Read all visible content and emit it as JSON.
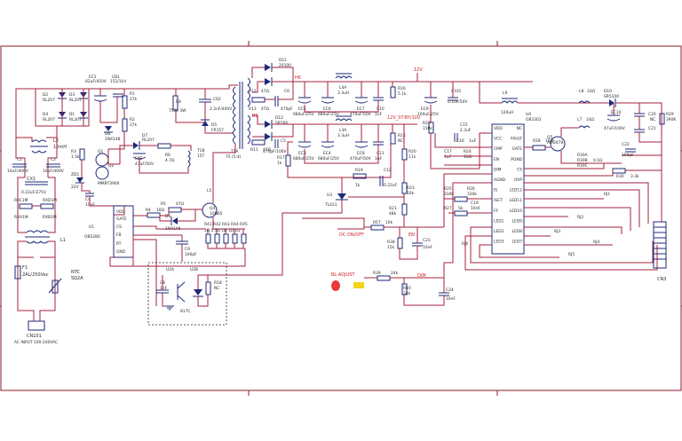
{
  "labels": {
    "ac_input": "AC INPUT 100-240VAC",
    "conn_cn1": "CN101",
    "conn_cn3": "CN3",
    "fuse": "F1",
    "fuse_val": "2AL/250Vac",
    "ntc": "NTC",
    "ntc_val": "5Ω2A",
    "cx1": "CX1",
    "cx1_val": "0.22uF/275V",
    "rx1": "RXC1M",
    "rx2": "RXD1M",
    "rx3": "RXA1M",
    "rx4": "RXB1M",
    "l1": "L1",
    "l2": "L2",
    "l2_val": "10mH",
    "c1": "C1",
    "c1_val": "10uF/400V",
    "c2": "C2",
    "c2_val": "10uF/400V",
    "d2": "D2",
    "d2_val": "RL207",
    "d3": "D3",
    "d3_val": "RL207",
    "d4": "D4",
    "d4_val": "RL207",
    "d1": "D1",
    "d1_val": "RL207",
    "ec1": "EC1",
    "ec1_val": "82uF/450V",
    "cb1": "CB1",
    "cb1_val": "152/1kV",
    "r1": "R1",
    "r1_val": "27k",
    "r2": "R2",
    "r2_val": "27k",
    "d8": "D8",
    "d8_val": "1N4148",
    "q1": "Q1",
    "q2": "Q2",
    "q2_val": "MMBT3904",
    "r3": "R3",
    "r3_val": "1.5k",
    "zd1": "ZD1",
    "zd1_val": "22V",
    "c4": "C4",
    "c4_val": "10nF",
    "d7": "D7",
    "d7_val": "RL207",
    "r6": "R6",
    "r6_val": "4.7Ω",
    "ec2": "EC2",
    "ec2_val": "47uF/50V",
    "t1b": "T1B",
    "t1b_val": "15T",
    "r8": "R8",
    "r8_val": "750k 3W",
    "c62": "C62",
    "c62_val": "2.2nF/400V",
    "d5": "D5",
    "d5_val": "FR157",
    "t1a": "T1A",
    "t1a_val": "75 (5:4)",
    "l5": "L5",
    "q4": "Q4",
    "q4_val": "10N65",
    "r5": "R5",
    "r5_val": "47Ω",
    "r4": "R4",
    "r4_val": "10Ω",
    "d6": "D6",
    "d6_val": "1N4148",
    "r41": "R41 R42 R43 R44 R45",
    "r41_val": "1Ω 0.5Ω 1Ω 1Ω 1Ω",
    "u1": "U1",
    "u1_val": "OB5280",
    "u1_vdd": "VDD",
    "u1_gate": "GATE",
    "u1_cs": "CS",
    "u1_fb": "FB",
    "u1_rt": "RT",
    "u1_gnd": "GND",
    "c9": "C9",
    "c9_val": "100pF",
    "u2a": "U2A",
    "u2b": "U2B",
    "u2_val": "817C",
    "c8": "C8",
    "c8_val": "1nF",
    "r18": "R18",
    "r18_val": "NC",
    "d11": "D11",
    "d11_val": "20100",
    "d12": "D12",
    "d12_val": "SR560",
    "r12": "R12",
    "r12_val": "47Ω",
    "r11": "R11",
    "r11_val": "47Ω",
    "c6": "C6",
    "c6_val": "470pF",
    "c5": "C5",
    "c5_val": "470pF/100V",
    "r13": "R13",
    "r13_val": "47Ω",
    "ec5": "EC5",
    "ec5_val": "680uF/25V",
    "ec6": "EC6",
    "ec6_val": "680uF/25V",
    "l4a": "L4A",
    "l4a_val": "3.3uH",
    "ec7": "EC7",
    "ec7_val": "470uF/50V",
    "c10": "C10",
    "c10_val": "1nF",
    "ec3": "EC3",
    "ec3_val": "680uF/25V",
    "ec4": "EC4",
    "ec4_val": "680uF/25V",
    "l3a": "L3A",
    "l3a_val": "3.3uH",
    "ec8": "EC8",
    "ec8_val": "470uF/50V",
    "c11": "C11",
    "c11_val": "1nF",
    "r16": "R16",
    "r16_val": "5.1k",
    "r15": "R15",
    "r15_val": "NC",
    "r17": "R17",
    "r17_val": "1k",
    "r19": "R19",
    "r19_val": "1k",
    "c12": "C12",
    "c12_val": "0.22uF",
    "u3": "U3",
    "u3_val": "TL431",
    "r23": "R23",
    "r23_val": "10k",
    "r21": "R21",
    "r21_val": "48k",
    "r20": "R20",
    "r20_val": "11k",
    "ec9": "EC9",
    "ec9_val": "100uF/25V",
    "c101": "C101",
    "c101_val": "0.1uF/50V",
    "r22": "R22",
    "r22_val": "150k",
    "l9": "L9",
    "l9_val": "120uH",
    "l8": "L8",
    "l8_val": "33Ω",
    "d10": "D10",
    "d10_val": "SR5100",
    "l7": "L7",
    "l7_val": "33Ω",
    "ec10": "EC10",
    "ec10_val": "47uF/100V",
    "c20": "C20",
    "c21": "C21",
    "c20_val": "NC",
    "r29": "R29",
    "r29_val": "390K",
    "u4": "U4",
    "u4_val": "OB3302",
    "u4_pins_l": [
      "VDD",
      "VCC",
      "CMP",
      "EN",
      "DIM",
      "AGND",
      "IS",
      "ISET",
      "FF",
      "LED1",
      "LED2",
      "LED3"
    ],
    "u4_pins_r": [
      "NC",
      "FAULT",
      "GATE",
      "PGND",
      "CS",
      "OVP",
      "LED12",
      "LED11",
      "LED10",
      "LED9",
      "LED8",
      "LED7"
    ],
    "r28": "R28",
    "r28_val": "10Ω",
    "q5": "Q5",
    "q5_val": "AOD478",
    "c15": "C15",
    "c15_val": "2.2uF",
    "c16": "C16",
    "c16_val": "1uF",
    "c17": "C17",
    "c17_val": "1uF",
    "r24": "R24",
    "r24_val": "10Ω",
    "r25": "R25",
    "r25_val": "330k",
    "r26": "R26",
    "r26_val": "330k",
    "r27": "R27",
    "r27_val": "5k",
    "c19": "C19",
    "c19_val": "10nF",
    "r30a": "R30A",
    "r30b": "R30B",
    "r30c": "R30C",
    "r30_val": "0.1Ω",
    "r30": "R30",
    "r30v": "3.3k",
    "c22": "C22",
    "c22_val": "100pF",
    "rj1": "RJ1",
    "rj2": "RJ2",
    "rj3": "RJ3",
    "rj4": "RJ4",
    "rj5": "RJ5",
    "rj6": "RJ6",
    "r57": "R57",
    "r57_val": "10k",
    "r38": "R38",
    "r38_val": "15k",
    "c23": "C23",
    "c23_val": "10nF",
    "r39": "R39",
    "r39_val": "24k",
    "r40": "R40",
    "r40_val": "24k",
    "c24": "C24",
    "c24_val": "10nF",
    "net_12v": "12V",
    "net_en": "EN",
    "net_dim": "DIM",
    "net_dc_onoff": "DC ON/OFF",
    "net_bl_adjust": "BL-ADJUST",
    "net_12v_st": "12V_ST-BY/10V",
    "net_b1": "B1",
    "net_hk": "HK"
  }
}
